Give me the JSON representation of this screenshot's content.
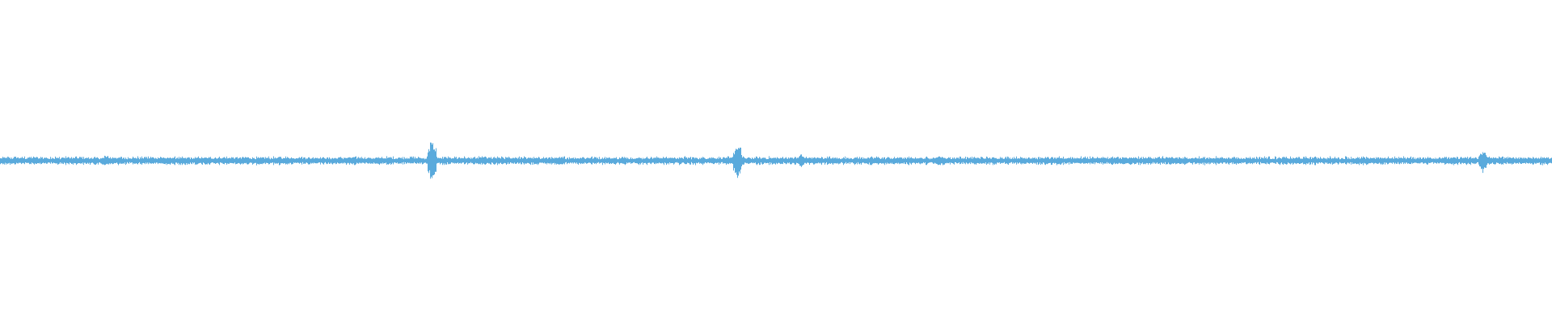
{
  "waveform": {
    "color": "#5aaadc",
    "background": "#ffffff",
    "peaks": [
      {
        "position": 0.278,
        "amplitude": 0.085
      },
      {
        "position": 0.475,
        "amplitude": 0.07
      },
      {
        "position": 0.955,
        "amplitude": 0.045
      },
      {
        "position": 0.068,
        "amplitude": 0.02
      },
      {
        "position": 0.516,
        "amplitude": 0.022
      },
      {
        "position": 0.605,
        "amplitude": 0.02
      },
      {
        "position": 0.185,
        "amplitude": 0.016
      },
      {
        "position": 0.311,
        "amplitude": 0.015
      },
      {
        "position": 0.724,
        "amplitude": 0.016
      }
    ]
  }
}
